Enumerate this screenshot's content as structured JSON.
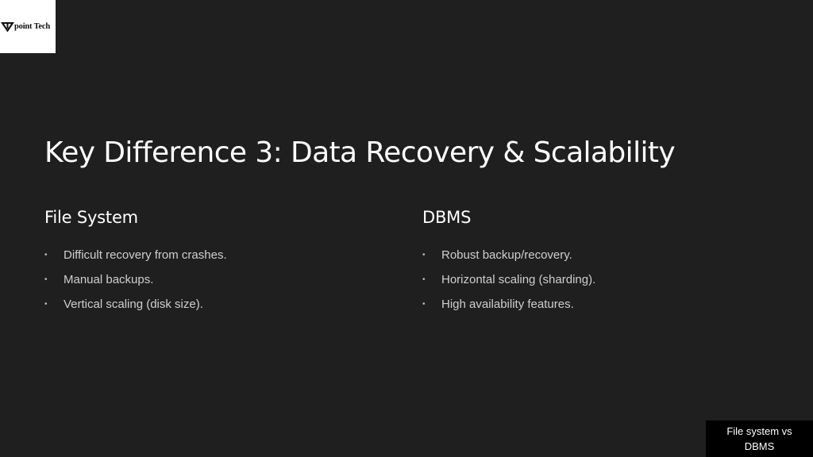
{
  "logo": {
    "text": "point Tech",
    "icon": "tpoint-logo-icon"
  },
  "slide": {
    "title": "Key Difference 3: Data Recovery & Scalability"
  },
  "columns": [
    {
      "heading": "File System",
      "bullets": [
        "Difficult recovery from crashes.",
        "Manual backups.",
        "Vertical scaling (disk size)."
      ]
    },
    {
      "heading": "DBMS",
      "bullets": [
        "Robust backup/recovery.",
        "Horizontal scaling (sharding).",
        "High availability features."
      ]
    }
  ],
  "footer": {
    "label": "File system vs DBMS"
  },
  "colors": {
    "background": "#1f1f1f",
    "title": "#ffffff",
    "body_text": "#cfcfcf",
    "footer_bg": "#000000"
  }
}
